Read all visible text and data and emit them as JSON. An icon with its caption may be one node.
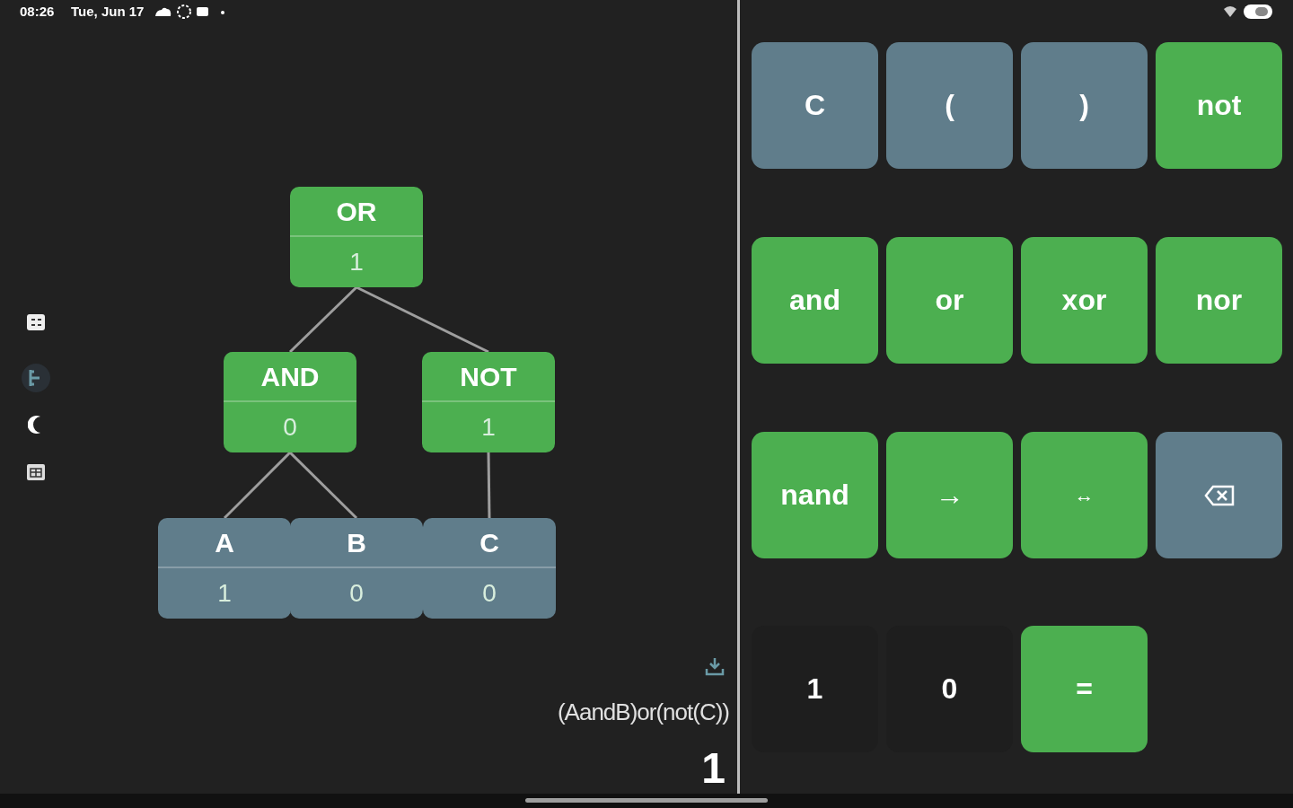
{
  "diagram": {
    "nodes": [
      {
        "text": [
          "OR",
          "1"
        ]
      },
      {
        "text": [
          "AND",
          "0"
        ]
      },
      {
        "text": [
          "NOT",
          "1"
        ]
      },
      {
        "text": [
          "A",
          "1"
        ]
      },
      {
        "text": [
          "B",
          "0"
        ]
      },
      {
        "text": [
          "C",
          "0"
        ]
      }
    ],
    "edges": [
      {
        "from": 0,
        "to": 1,
        "arrow": "none"
      },
      {
        "from": 0,
        "to": 2,
        "arrow": "none"
      },
      {
        "from": 1,
        "to": 3,
        "arrow": "none"
      },
      {
        "from": 1,
        "to": 4,
        "arrow": "none"
      },
      {
        "from": 2,
        "to": 5,
        "arrow": "none"
      }
    ],
    "labels": [
      "08:26",
      "Tue, Jun 17",
      "C",
      "(",
      ")",
      "not",
      "and",
      "or",
      "xor",
      "nor",
      "nand",
      "→",
      "↔",
      "1",
      "0",
      "=",
      "(AandB)or(not(C))",
      "1"
    ]
  }
}
